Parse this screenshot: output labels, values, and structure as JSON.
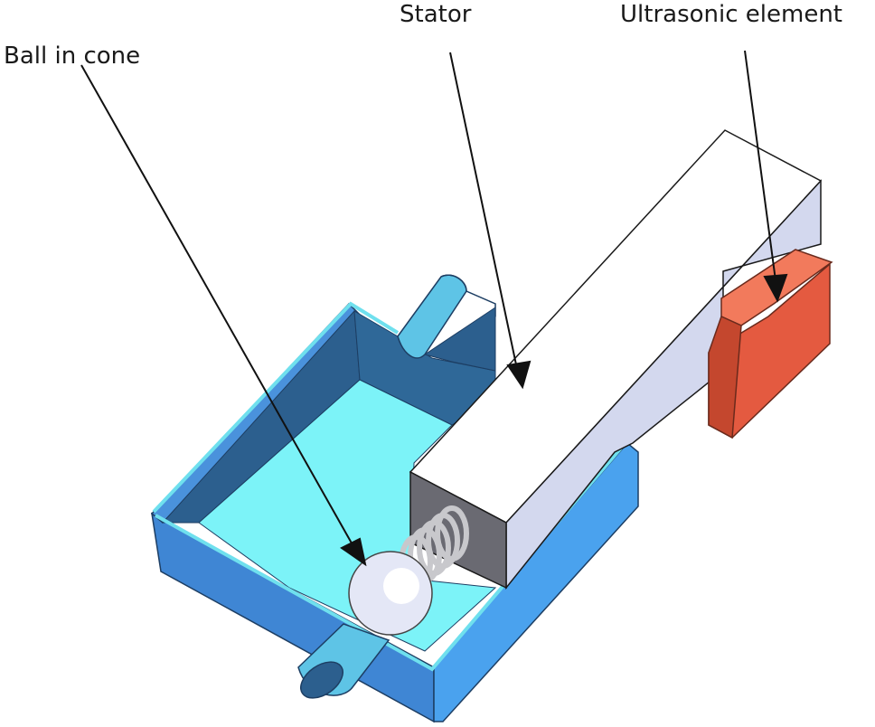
{
  "labels": {
    "ball": "Ball in cone",
    "stator": "Stator",
    "ultrasonic": "Ultrasonic element"
  },
  "colors": {
    "tank_outer": "#3f86d4",
    "tank_outer_dark": "#2b66a8",
    "tank_inner_wall": "#2c5f8e",
    "water": "#7cf3f8",
    "rim": "#6fe0ee",
    "stator_top": "#ffffff",
    "stator_side": "#d3d8ee",
    "stator_end": "#6a6a72",
    "element_front": "#e45a40",
    "element_top": "#f27a5c",
    "element_side": "#c4472e",
    "pipe": "#5ec4e6",
    "ball": "#e4e7f6",
    "spring": "#c8c8cc",
    "arrow": "#111111"
  }
}
